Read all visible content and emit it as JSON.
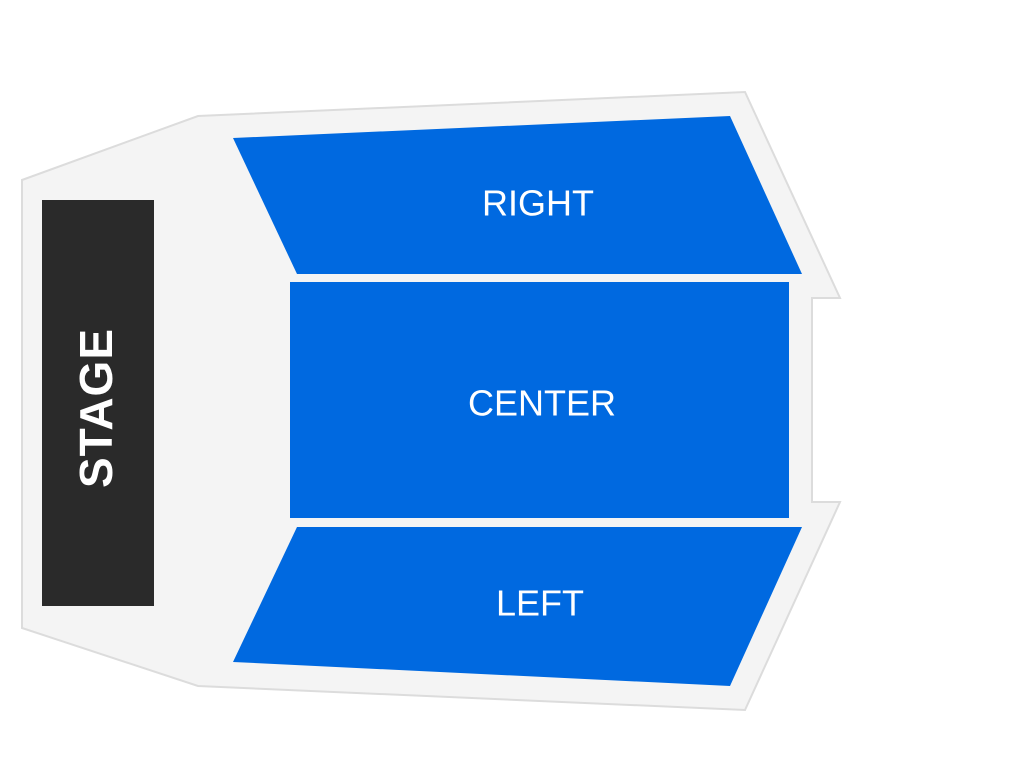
{
  "colors": {
    "section_fill": "#0069e0",
    "stage_fill": "#2a2a2a",
    "venue_fill": "#f4f4f4",
    "venue_stroke": "#dcdcdc",
    "label_color": "#ffffff"
  },
  "stage": {
    "label": "STAGE"
  },
  "sections": {
    "right": {
      "label": "RIGHT"
    },
    "center": {
      "label": "CENTER"
    },
    "left": {
      "label": "LEFT"
    }
  }
}
